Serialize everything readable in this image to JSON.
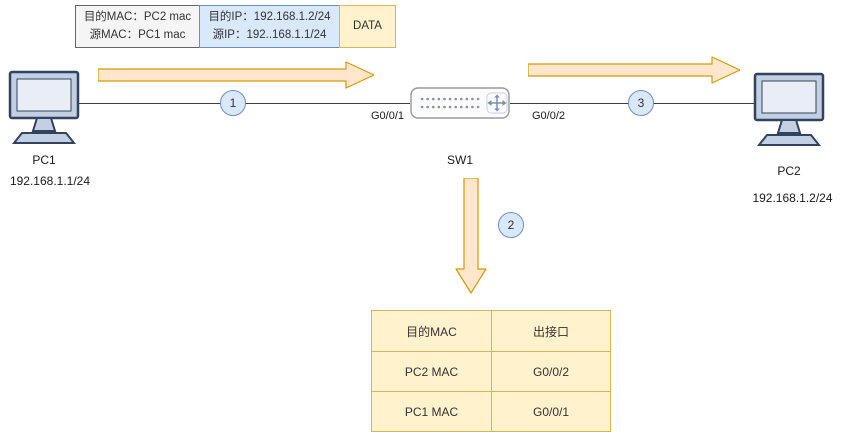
{
  "frame": {
    "mac": {
      "line1": "目的MAC：PC2 mac",
      "line2": "源MAC：PC1 mac"
    },
    "ip": {
      "line1": "目的IP：192.168.1.2/24",
      "line2": "源IP：192..168.1.1/24"
    },
    "data_label": "DATA"
  },
  "devices": {
    "pc1": {
      "name": "PC1",
      "ip": "192.168.1.1/24"
    },
    "sw1": {
      "name": "SW1"
    },
    "pc2": {
      "name": "PC2",
      "ip": "192.168.1.2/24"
    }
  },
  "ports": {
    "left": "G0/0/1",
    "right": "G0/0/2"
  },
  "steps": {
    "s1": "1",
    "s2": "2",
    "s3": "3"
  },
  "mac_table": {
    "headers": [
      "目的MAC",
      "出接口"
    ],
    "rows": [
      [
        "PC2 MAC",
        "G0/0/2"
      ],
      [
        "PC1 MAC",
        "G0/0/1"
      ]
    ]
  },
  "colors": {
    "frame_gray_fill": "#f5f5f5",
    "frame_gray_stroke": "#666666",
    "blue_fill": "#dae8fc",
    "blue_stroke": "#6c8ebf",
    "yellow_fill": "#fff2cc",
    "yellow_stroke": "#d6b656",
    "arrow_fill": "#ffe6cc",
    "arrow_stroke": "#d79b00"
  }
}
